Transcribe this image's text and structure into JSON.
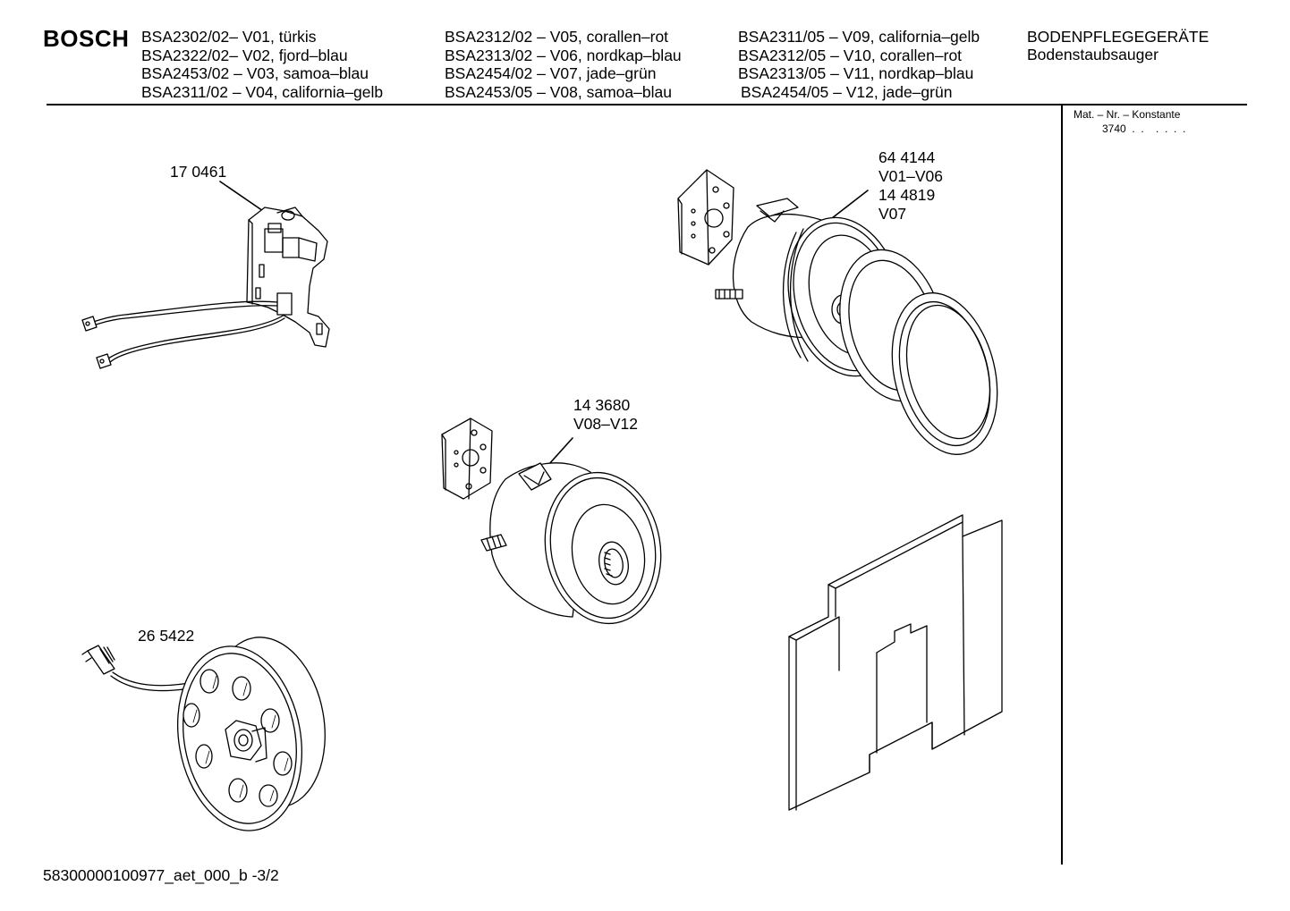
{
  "header": {
    "brand": "BOSCH",
    "models": [
      [
        "BSA2302/02– V01, türkis",
        "BSA2322/02– V02, fjord–blau",
        "BSA2453/02 – V03, samoa–blau",
        "BSA2311/02 – V04, california–gelb"
      ],
      [
        "BSA2312/02 – V05, corallen–rot",
        "BSA2313/02 – V06, nordkap–blau",
        "BSA2454/02 – V07, jade–grün",
        "BSA2453/05 – V08, samoa–blau"
      ],
      [
        "BSA2311/05 – V09, california–gelb",
        "BSA2312/05 – V10, corallen–rot",
        "BSA2313/05 – V11, nordkap–blau",
        "BSA2454/05 – V12, jade–grün"
      ]
    ],
    "category": "BODENPFLEGEGERÄTE",
    "subcategory": "Bodenstaubsauger"
  },
  "sidebar": {
    "mat_label": "Mat. – Nr. – Konstante",
    "mat_value": "3740  .  .    .  .  .  ."
  },
  "parts": {
    "switch_board": {
      "number": "17 0461"
    },
    "motor_large": {
      "number_a": "64 4144",
      "variant_a": "V01–V06",
      "number_b": "14 4819",
      "variant_b": "V07"
    },
    "motor_small": {
      "number": "14 3680",
      "variant": "V08–V12"
    },
    "cable_reel": {
      "number": "26 5422"
    }
  },
  "footer": {
    "doc_id": "58300000100977_aet_000_b -3/2"
  }
}
